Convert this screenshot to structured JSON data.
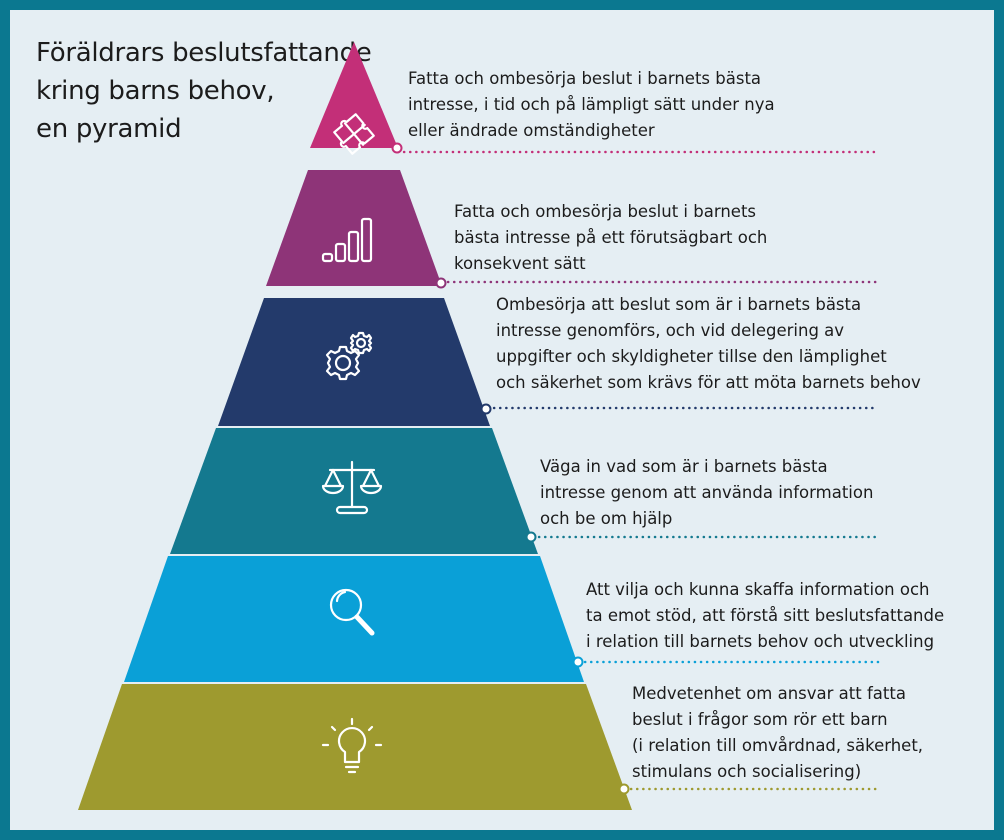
{
  "title_lines": [
    "Föräldrars beslutsfattande",
    "kring barns behov,",
    "en pyramid"
  ],
  "levels": [
    {
      "icon": "puzzle-icon",
      "color": "#c32f78",
      "dot_color": "#c32f78",
      "lines": [
        "Fatta och ombesörja beslut i barnets bästa",
        "intresse, i tid och på lämpligt sätt under nya",
        "eller ändrade omständigheter"
      ]
    },
    {
      "icon": "bar-chart-icon",
      "color": "#8e3478",
      "dot_color": "#8e3478",
      "lines": [
        "Fatta och ombesörja beslut i barnets",
        "bästa intresse på ett förutsägbart och",
        "konsekvent sätt"
      ]
    },
    {
      "icon": "gears-icon",
      "color": "#233a6b",
      "dot_color": "#233a6b",
      "lines": [
        "Ombesörja att beslut som är i barnets bästa",
        "intresse genomförs, och vid delegering av",
        "uppgifter och skyldigheter tillse den lämplighet",
        "och säkerhet som krävs för att möta barnets behov"
      ]
    },
    {
      "icon": "scales-icon",
      "color": "#14798f",
      "dot_color": "#14798f",
      "lines": [
        "Väga in vad som är i barnets bästa",
        "intresse genom att använda information",
        "och be om hjälp"
      ]
    },
    {
      "icon": "magnifier-icon",
      "color": "#0aa0d7",
      "dot_color": "#0aa0d7",
      "lines": [
        "Att vilja och kunna skaffa information och",
        "ta emot stöd, att förstå sitt beslutsfattande",
        "i relation till barnets behov och utveckling"
      ]
    },
    {
      "icon": "lightbulb-icon",
      "color": "#9e9a2f",
      "dot_color": "#9e9a2f",
      "lines": [
        "Medvetenhet om ansvar att fatta",
        "beslut i frågor som rör ett barn",
        "(i relation till omvårdnad, säkerhet,",
        "stimulans och socialisering)"
      ]
    }
  ]
}
